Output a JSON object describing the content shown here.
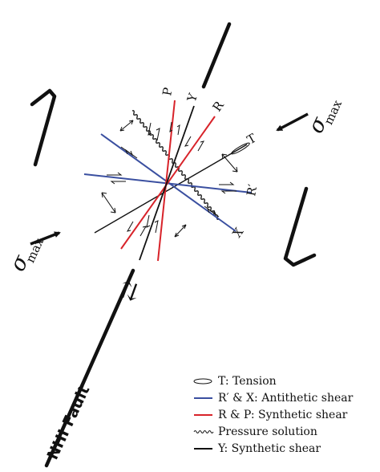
{
  "colors": {
    "black": "#111111",
    "antithetic": "#3a4fa0",
    "synthetic": "#d8232a"
  },
  "labels": {
    "P": "P",
    "Y": "Y",
    "R": "R",
    "T": "T",
    "R_prime": "R′",
    "X": "X"
  },
  "sigma_max": {
    "symbol": "σ",
    "subscript": "max"
  },
  "fault": {
    "name": "NHI Fault",
    "sense_glyph": "⇅"
  },
  "legend": {
    "items": [
      {
        "symbol": "ellipse",
        "text": "T: Tension"
      },
      {
        "symbol": "blue-line",
        "text": "R′ & X: Antithetic shear"
      },
      {
        "symbol": "red-line",
        "text": "R & P: Synthetic shear"
      },
      {
        "symbol": "wavy-line",
        "text": "Pressure solution"
      },
      {
        "symbol": "black-line",
        "text": "Y: Synthetic shear"
      }
    ]
  }
}
